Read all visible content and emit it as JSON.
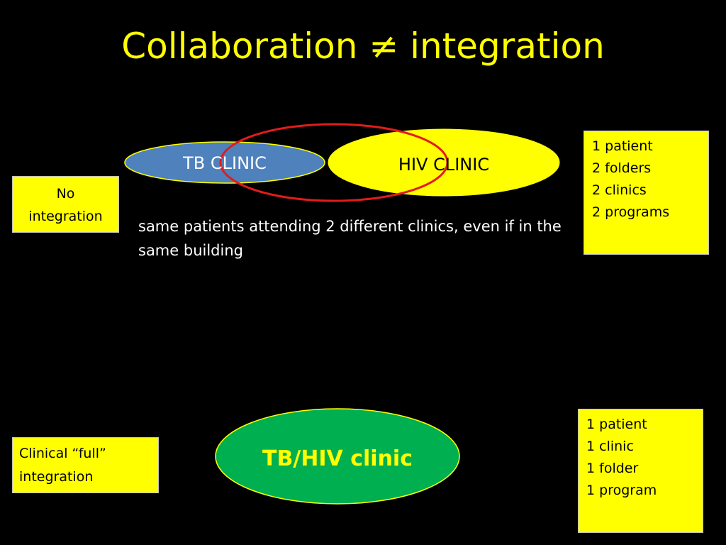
{
  "slide": {
    "title": "Collaboration ≠ integration"
  },
  "top_section": {
    "label_lines": [
      "No",
      "integration"
    ],
    "tb_clinic": "TB CLINIC",
    "hiv_clinic": "HIV CLINIC",
    "note": " same patients attending 2 different clinics, even if in the same building",
    "facts": [
      "1 patient",
      "2 folders",
      "2 clinics",
      "2 programs"
    ]
  },
  "bottom_section": {
    "label_lines": [
      "Clinical “full”",
      "integration"
    ],
    "combined_clinic": "TB/HIV clinic",
    "facts": [
      "1 patient",
      "1 clinic",
      "1 folder",
      "1 program"
    ]
  },
  "colors": {
    "background": "#000000",
    "title": "#ffff00",
    "box_fill": "#ffff00",
    "tb_clinic_fill": "#4f81bd",
    "hiv_clinic_fill": "#ffff00",
    "overlap_outline": "#e31b1b",
    "combined_fill": "#00b050",
    "combined_text": "#ffff00"
  }
}
